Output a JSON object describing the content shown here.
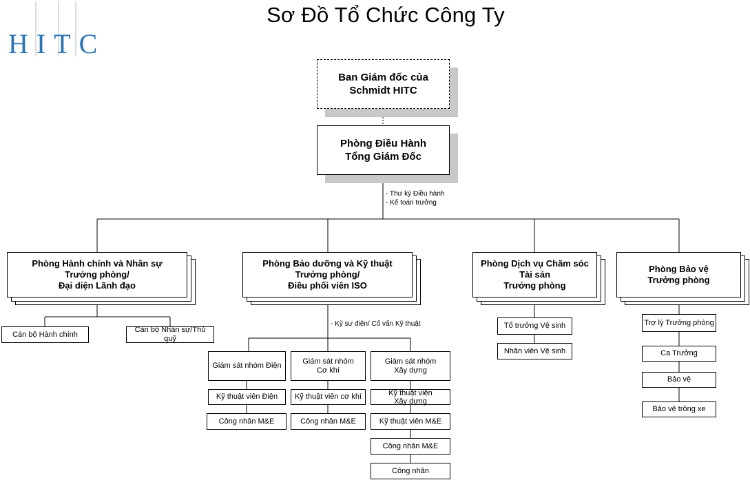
{
  "logo_text": "HITC",
  "title": "Sơ Đồ Tổ Chức Công Ty",
  "board": "Ban Giám đốc của\nSchmidt HITC",
  "executive": "Phòng Điều Hành\nTổng Giám Đốc",
  "executive_note": "- Thư ký Điều hành\n- Kế toán trưởng",
  "departments": {
    "admin": "Phòng Hành chính và Nhân sự\nTrưởng phòng/\nĐại diện Lãnh đạo",
    "maintenance": "Phòng Bảo dưỡng và Kỹ thuật\nTrưởng phòng/\nĐiều phối viên ISO",
    "property": "Phòng Dịch vụ Chăm sóc\nTài sản\nTrưởng phòng",
    "security": "Phòng Bảo vệ\nTrưởng phòng"
  },
  "admin_staff": [
    "Cán bộ Hành chính",
    "Cán bộ Nhân sự/Thủ quỹ"
  ],
  "maintenance_note": "- Kỹ sư điện/ Cố vấn Kỹ thuật",
  "electrical": [
    "Giám sát nhóm Điện",
    "Kỹ thuật viên Điện",
    "Công nhân M&E"
  ],
  "mechanical": [
    "Giám sát nhóm\nCơ khí",
    "Kỹ thuật viên cơ khí",
    "Công nhân M&E"
  ],
  "construction": [
    "Giám sát nhóm\nXây dựng",
    "Kỹ thuật viên\nXây dựng",
    "Kỹ thuật viên M&E",
    "Công nhân M&E",
    "Công nhân"
  ],
  "property_staff": [
    "Tổ trưởng Vệ sinh",
    "Nhân viên Vệ sinh"
  ],
  "security_staff": [
    "Trợ lý Trưởng phòng",
    "Ca Trưởng",
    "Bảo vệ",
    "Bảo vệ trông xe"
  ],
  "colors": {
    "logo": "#2a73b4",
    "shadow": "#c8c8c8",
    "line": "#000000"
  }
}
